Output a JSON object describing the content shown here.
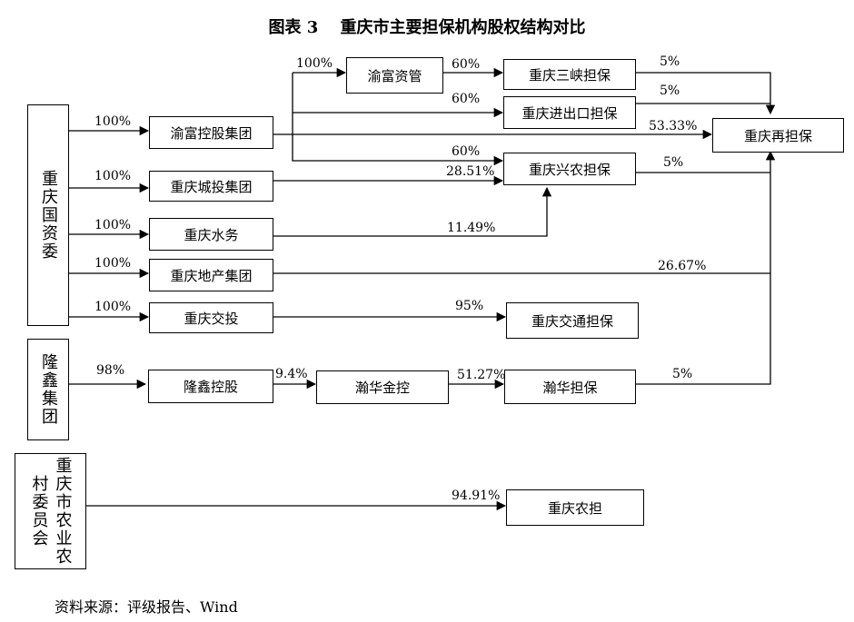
{
  "title": "图表 3　 重庆市主要担保机构股权结构对比",
  "source": "资料来源：评级报告、Wind",
  "nodes": {
    "gzw": "重庆国资委",
    "longxin": "隆鑫集团",
    "nongwei": "重庆市农业农村委员会",
    "yufu_kg": "渝富控股集团",
    "chengtou": "重庆城投集团",
    "shuiwu": "重庆水务",
    "dichan": "重庆地产集团",
    "jiaotou": "重庆交投",
    "longxin_kg": "隆鑫控股",
    "yufu_zc": "渝富资管",
    "sanxia": "重庆三峡担保",
    "jinchukou": "重庆进出口担保",
    "xingnong": "重庆兴农担保",
    "jiaotong": "重庆交通担保",
    "hanhua_jk": "瀚华金控",
    "hanhua_db": "瀚华担保",
    "nongdan": "重庆农担",
    "zaidanbao": "重庆再担保"
  },
  "edges": {
    "gzw_yufukg": "100%",
    "gzw_chengtou": "100%",
    "gzw_shuiwu": "100%",
    "gzw_dichan": "100%",
    "gzw_jiaotou": "100%",
    "yufukg_yufuzc": "100%",
    "yufuzc_sanxia": "60%",
    "yufukg_jinchukou": "60%",
    "yufukg_zaidanbao": "53.33%",
    "yufukg_xingnong": "60%",
    "chengtou_xingnong": "28.51%",
    "shuiwu_xingnong": "11.49%",
    "dichan_zaidanbao": "26.67%",
    "jiaotou_jiaotong": "95%",
    "longxin_longxinkg": "98%",
    "longxinkg_hanhuajk": "9.4%",
    "hanhuajk_hanhuadb": "51.27%",
    "nongwei_nongdan": "94.91%",
    "sanxia_zaidanbao": "5%",
    "jinchukou_zaidanbao": "5%",
    "xingnong_zaidanbao": "5%",
    "hanhuadb_zaidanbao": "5%"
  }
}
